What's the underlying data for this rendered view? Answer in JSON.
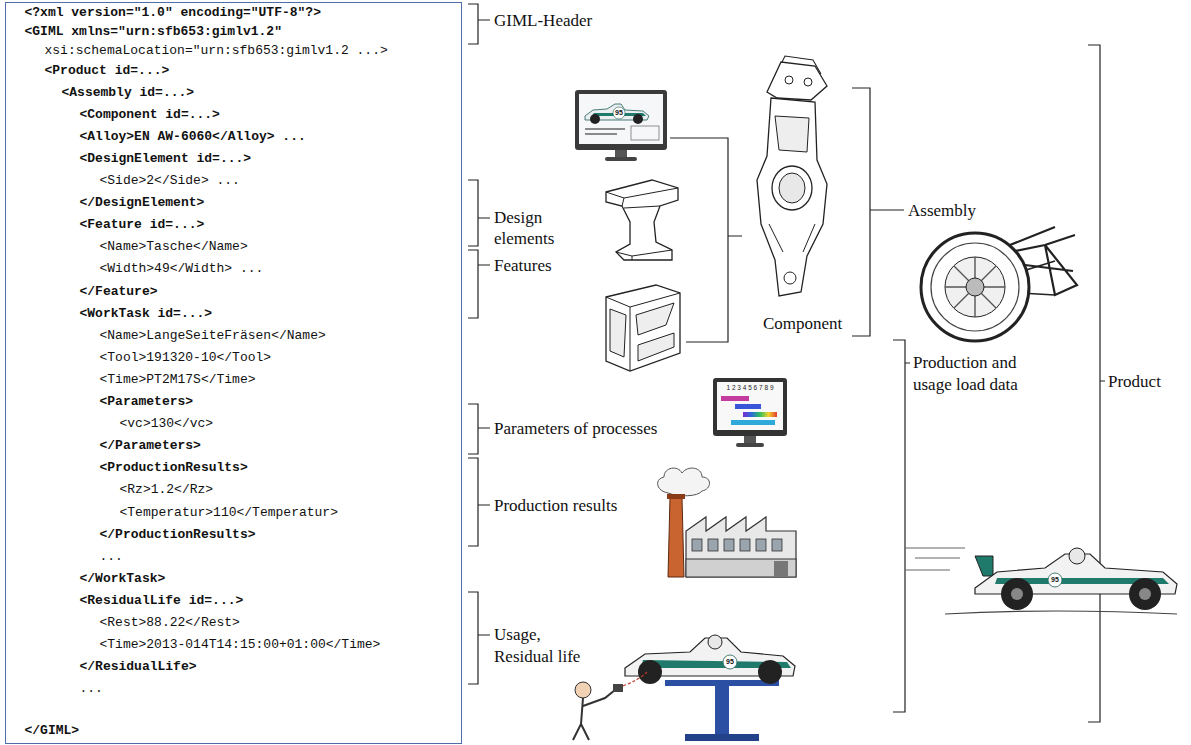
{
  "diagram": {
    "nodes": [
      {
        "text": [
          "<?xml version=\"1.0\" encoding=\"UTF-8\"?>",
          "<GIML xmlns=\"urn:sfb653:gimlv1.2\"",
          "xsi:schemaLocation=\"urn:sfb653:gimlv1.2 ...>",
          "<Product id=...>",
          "<Assembly id=...>",
          "<Component id=...>",
          "<Alloy>EN AW-6060</Alloy> ...",
          "<DesignElement id=...>",
          "<Side>2</Side> ...",
          "</DesignElement>",
          "<Feature id=...>",
          "<Name>Tasche</Name>",
          "<Width>49</Width> ...",
          "</Feature>",
          "<WorkTask id=...>",
          "<Name>LangeSeiteFräsen</Name>",
          "<Tool>191320-10</Tool>",
          "<Time>PT2M17S</Time>",
          "<Parameters>",
          "<vc>130</vc>",
          "</Parameters>",
          "<ProductionResults>",
          "<Rz>1.2</Rz>",
          "<Temperatur>110</Temperatur>",
          "</ProductionResults>",
          "...",
          "</WorkTask>",
          "<ResidualLife id=...>",
          "<Rest>88.22</Rest>",
          "<Time>2013-014T14:15:00+01:00</Time>",
          "</ResidualLife>",
          "...",
          "</GIML>"
        ]
      }
    ],
    "labels": [
      "GIML-Header",
      "95",
      "Assembly",
      "Design elements",
      "Features",
      "Component",
      "Production and usage load data",
      "Product",
      "1 2 3 4 5 6 7 8 9",
      "Parameters of processes",
      "Production results",
      "95",
      "Usage, Residual life",
      "95"
    ]
  }
}
